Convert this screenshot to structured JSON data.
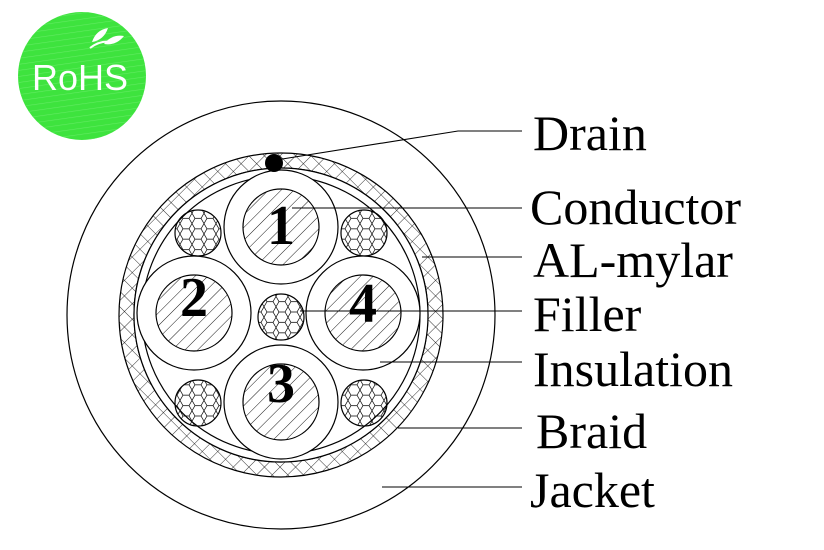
{
  "logo": {
    "text": "RoHS",
    "color": "#3ee33e"
  },
  "labels": {
    "drain": "Drain",
    "conductor": "Conductor",
    "al_mylar": "AL-mylar",
    "filler": "Filler",
    "insulation": "Insulation",
    "braid": "Braid",
    "jacket": "Jacket"
  },
  "cores": [
    "1",
    "2",
    "3",
    "4"
  ]
}
